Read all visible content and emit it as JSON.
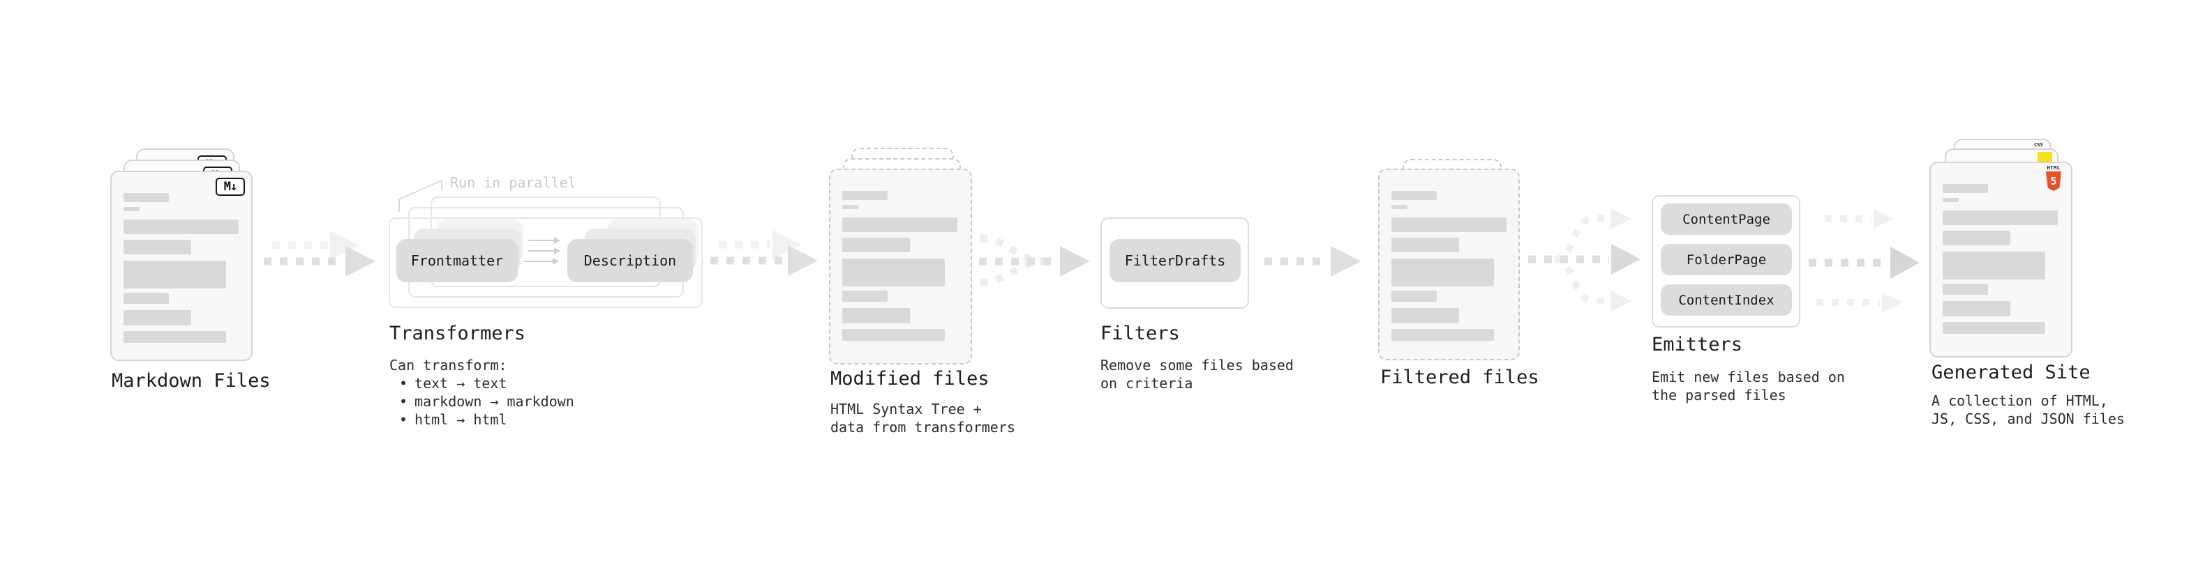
{
  "diagram": {
    "markdown_files": {
      "label": "Markdown Files",
      "badge": "M↓"
    },
    "transformers": {
      "note": "Run in parallel",
      "source_pill": "Frontmatter",
      "target_pill": "Description",
      "label": "Transformers",
      "desc_heading": "Can transform:",
      "bullet": "•",
      "bullets": [
        "text → text",
        "markdown → markdown",
        "html → html"
      ]
    },
    "modified_files": {
      "label": "Modified files",
      "desc_lines": [
        "HTML Syntax Tree +",
        "data from transformers"
      ]
    },
    "filters": {
      "pill": "FilterDrafts",
      "label": "Filters",
      "desc_lines": [
        "Remove some files based",
        "on criteria"
      ]
    },
    "filtered_files": {
      "label": "Filtered files"
    },
    "emitters": {
      "pills": [
        "ContentPage",
        "FolderPage",
        "ContentIndex"
      ],
      "label": "Emitters",
      "desc_lines": [
        "Emit new files based on",
        "the parsed files"
      ]
    },
    "generated_site": {
      "label": "Generated Site",
      "desc_lines": [
        "A collection of HTML,",
        "JS, CSS, and JSON files"
      ],
      "css_badge": "CSS",
      "html_badge_word": "HTML",
      "html_badge_number": "5"
    }
  },
  "colors": {
    "html5_orange": "#e8502c",
    "js_yellow": "#f7df1e",
    "css_blue": "#2f6df6",
    "card_fill": "#f8f8f8",
    "bar_fill": "#d9d9d9",
    "pill_fill": "#dcdcdc",
    "arrow_main": "#dfdfdf",
    "arrow_faint": "#f2f2f2",
    "text_primary": "#1d1d1d",
    "text_secondary": "#2d2d2d",
    "note_gray": "#c9c9c9"
  }
}
